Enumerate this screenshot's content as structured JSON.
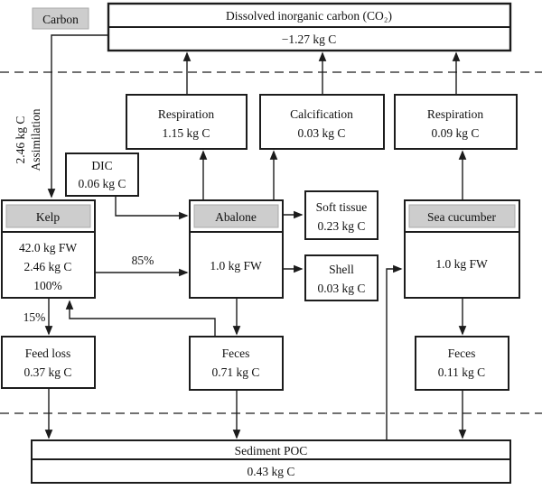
{
  "colors": {
    "line": "#1c1c1c",
    "header_fill": "#cdcdcd",
    "header_border": "#a9a9a9",
    "background": "#ffffff"
  },
  "legend": {
    "carbon": "Carbon"
  },
  "flow_labels": {
    "assimilation_value": "2.46 kg C",
    "assimilation_text": "Assimilation",
    "kelp_to_abalone_pct": "85%",
    "kelp_to_feed_loss_pct": "15%"
  },
  "nodes": {
    "dic_reservoir": {
      "title": "Dissolved inorganic carbon (CO₂)",
      "value": "−1.27 kg C"
    },
    "resp_abalone": {
      "title": "Respiration",
      "value": "1.15 kg C"
    },
    "calcification": {
      "title": "Calcification",
      "value": "0.03 kg C"
    },
    "resp_sea_cucumber": {
      "title": "Respiration",
      "value": "0.09 kg C"
    },
    "dic_pool": {
      "title": "DIC",
      "value": "0.06 kg C"
    },
    "kelp": {
      "title": "Kelp",
      "fw": "42.0 kg FW",
      "c": "2.46 kg C",
      "pct": "100%"
    },
    "abalone": {
      "title": "Abalone",
      "fw": "1.0 kg FW"
    },
    "sea_cucumber": {
      "title": "Sea cucumber",
      "fw": "1.0 kg FW"
    },
    "soft_tissue": {
      "title": "Soft tissue",
      "value": "0.23 kg C"
    },
    "shell": {
      "title": "Shell",
      "value": "0.03 kg C"
    },
    "feed_loss": {
      "title": "Feed loss",
      "value": "0.37 kg C"
    },
    "feces_abalone": {
      "title": "Feces",
      "value": "0.71 kg C"
    },
    "feces_sea_cucumber": {
      "title": "Feces",
      "value": "0.11 kg C"
    },
    "sediment_poc": {
      "title": "Sediment POC",
      "value": "0.43 kg C"
    }
  }
}
